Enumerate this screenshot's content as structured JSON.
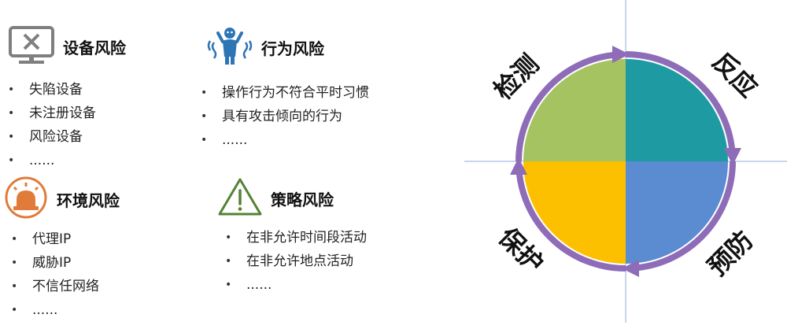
{
  "risks": {
    "device": {
      "title": "设备风险",
      "icon": "monitor-x-icon",
      "items": [
        "失陷设备",
        "未注册设备",
        "风险设备",
        "......"
      ]
    },
    "behavior": {
      "title": "行为风险",
      "icon": "agitated-person-icon",
      "items": [
        "操作行为不符合平时习惯",
        "具有攻击倾向的行为",
        "......"
      ]
    },
    "environment": {
      "title": "环境风险",
      "icon": "alarm-light-icon",
      "items": [
        "代理IP",
        "威胁IP",
        "不信任网络",
        "......"
      ]
    },
    "policy": {
      "title": "策略风险",
      "icon": "warning-triangle-icon",
      "items": [
        "在非允许时间段活动",
        "在非允许地点活动",
        "......"
      ]
    }
  },
  "cycle": {
    "labels": {
      "detect": "检测",
      "respond": "反应",
      "protect": "保护",
      "prevent": "预防"
    },
    "colors": {
      "detect": "#a5c361",
      "respond": "#1e9aa3",
      "prevent": "#5b8bd0",
      "protect": "#fdc000",
      "ring": "#8e6cb8",
      "axis": "#b7c7e6"
    }
  }
}
